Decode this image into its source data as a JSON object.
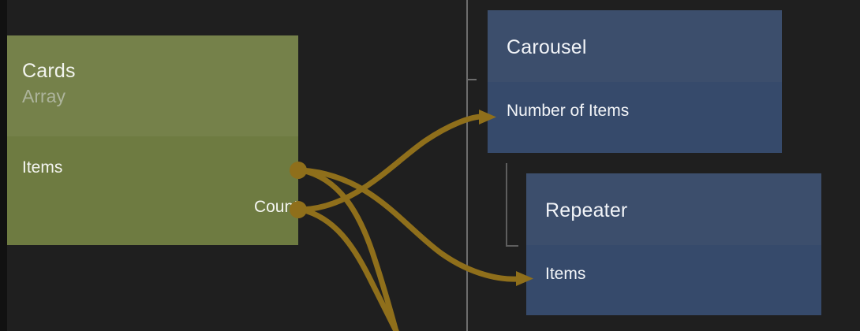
{
  "graph": {
    "title": "node-connection-graph",
    "background_color": "#1f1f1f",
    "gutter_color": "#111111",
    "wire_color": "#8f6f1b",
    "guide_color": "#6d6d6d",
    "bracket_color": "#5e5e5e"
  },
  "nodes": {
    "source": {
      "title": "Cards",
      "subtitle": "Array",
      "header_color": "#75814a",
      "body_color": "#6e7b41",
      "ports": [
        {
          "label": "Items",
          "align": "left"
        },
        {
          "label": "Count",
          "align": "right"
        }
      ]
    },
    "carousel": {
      "title": "Carousel",
      "header_color": "#3c4e6c",
      "body_color": "#364a6b",
      "ports": [
        {
          "label": "Number of Items"
        }
      ]
    },
    "repeater": {
      "title": "Repeater",
      "header_color": "#3c4e6c",
      "body_color": "#364a6b",
      "ports": [
        {
          "label": "Items"
        }
      ]
    }
  },
  "connections": [
    {
      "from": "Count",
      "to": "Number of Items"
    },
    {
      "from": "Items",
      "to": "Items"
    },
    {
      "from": "Items",
      "to": "offscreen-below"
    },
    {
      "from": "Count",
      "to": "offscreen-below"
    }
  ]
}
